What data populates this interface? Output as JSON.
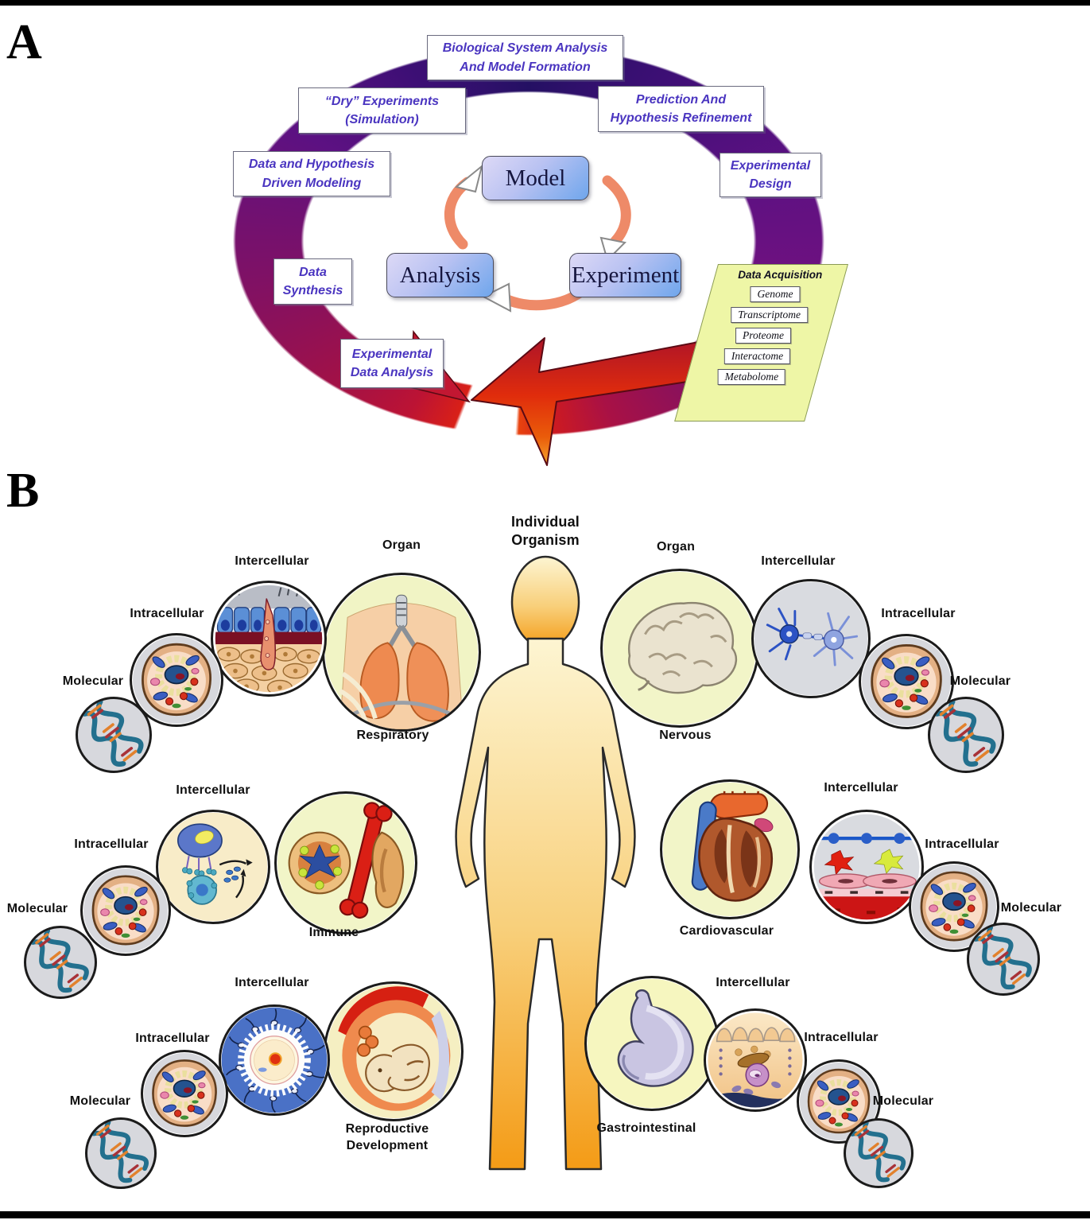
{
  "panels": {
    "a": "A",
    "b": "B"
  },
  "panel_a": {
    "boxes": {
      "title": {
        "line1": "Biological System Analysis",
        "line2": "And Model Formation"
      },
      "dry": {
        "line1": "“Dry” Experiments",
        "line2": "(Simulation)"
      },
      "prediction": {
        "line1": "Prediction And",
        "line2": "Hypothesis Refinement"
      },
      "data_hypothesis": {
        "line1": "Data and Hypothesis",
        "line2": "Driven Modeling"
      },
      "experimental_design": {
        "line1": "Experimental",
        "line2": "Design"
      },
      "data_synthesis": {
        "line1": "Data",
        "line2": "Synthesis"
      },
      "experimental_data_analysis": {
        "line1": "Experimental",
        "line2": "Data Analysis"
      }
    },
    "cycle": {
      "model": "Model",
      "experiment": "Experiment",
      "analysis": "Analysis"
    },
    "data_acquisition": {
      "title": "Data Acquisition",
      "items": [
        "Genome",
        "Transcriptome",
        "Proteome",
        "Interactome",
        "Metabolome"
      ]
    },
    "colors": {
      "ring_indigo": "#241063",
      "ring_purple": "#701180",
      "ring_magenta": "#8e115f",
      "ring_crimson": "#b01141",
      "ring_red": "#df2013",
      "arrow_orange": "#f5a62e",
      "node_fill_light": "#ddd9f6",
      "node_fill_dark": "#6fa6ec",
      "label_text": "#4a35c0",
      "acquisition_bg": "#eef6a6",
      "inner_arrow": "#ee8a68"
    }
  },
  "panel_b": {
    "center": {
      "line1": "Individual",
      "line2": "Organism"
    },
    "systems": [
      {
        "name": "Respiratory",
        "organ_label": "Organ",
        "intercellular_label": "Intercellular",
        "intracellular_label": "Intracellular",
        "molecular_label": "Molecular"
      },
      {
        "name": "Nervous",
        "organ_label": "Organ",
        "intercellular_label": "Intercellular",
        "intracellular_label": "Intracellular",
        "molecular_label": "Molecular"
      },
      {
        "name": "Immune",
        "intercellular_label": "Intercellular",
        "intracellular_label": "Intracellular",
        "molecular_label": "Molecular"
      },
      {
        "name": "Cardiovascular",
        "intercellular_label": "Intercellular",
        "intracellular_label": "Intracellular",
        "molecular_label": "Molecular"
      },
      {
        "name_line1": "Reproductive",
        "name_line2": "Development",
        "intercellular_label": "Intercellular",
        "intracellular_label": "Intracellular",
        "molecular_label": "Molecular"
      },
      {
        "name": "Gastrointestinal",
        "intercellular_label": "Intercellular",
        "intracellular_label": "Intracellular",
        "molecular_label": "Molecular"
      }
    ],
    "colors": {
      "body_top": "#fdf5d2",
      "body_bottom": "#f49b16",
      "molecular_bg": "#d7d8dd"
    }
  }
}
